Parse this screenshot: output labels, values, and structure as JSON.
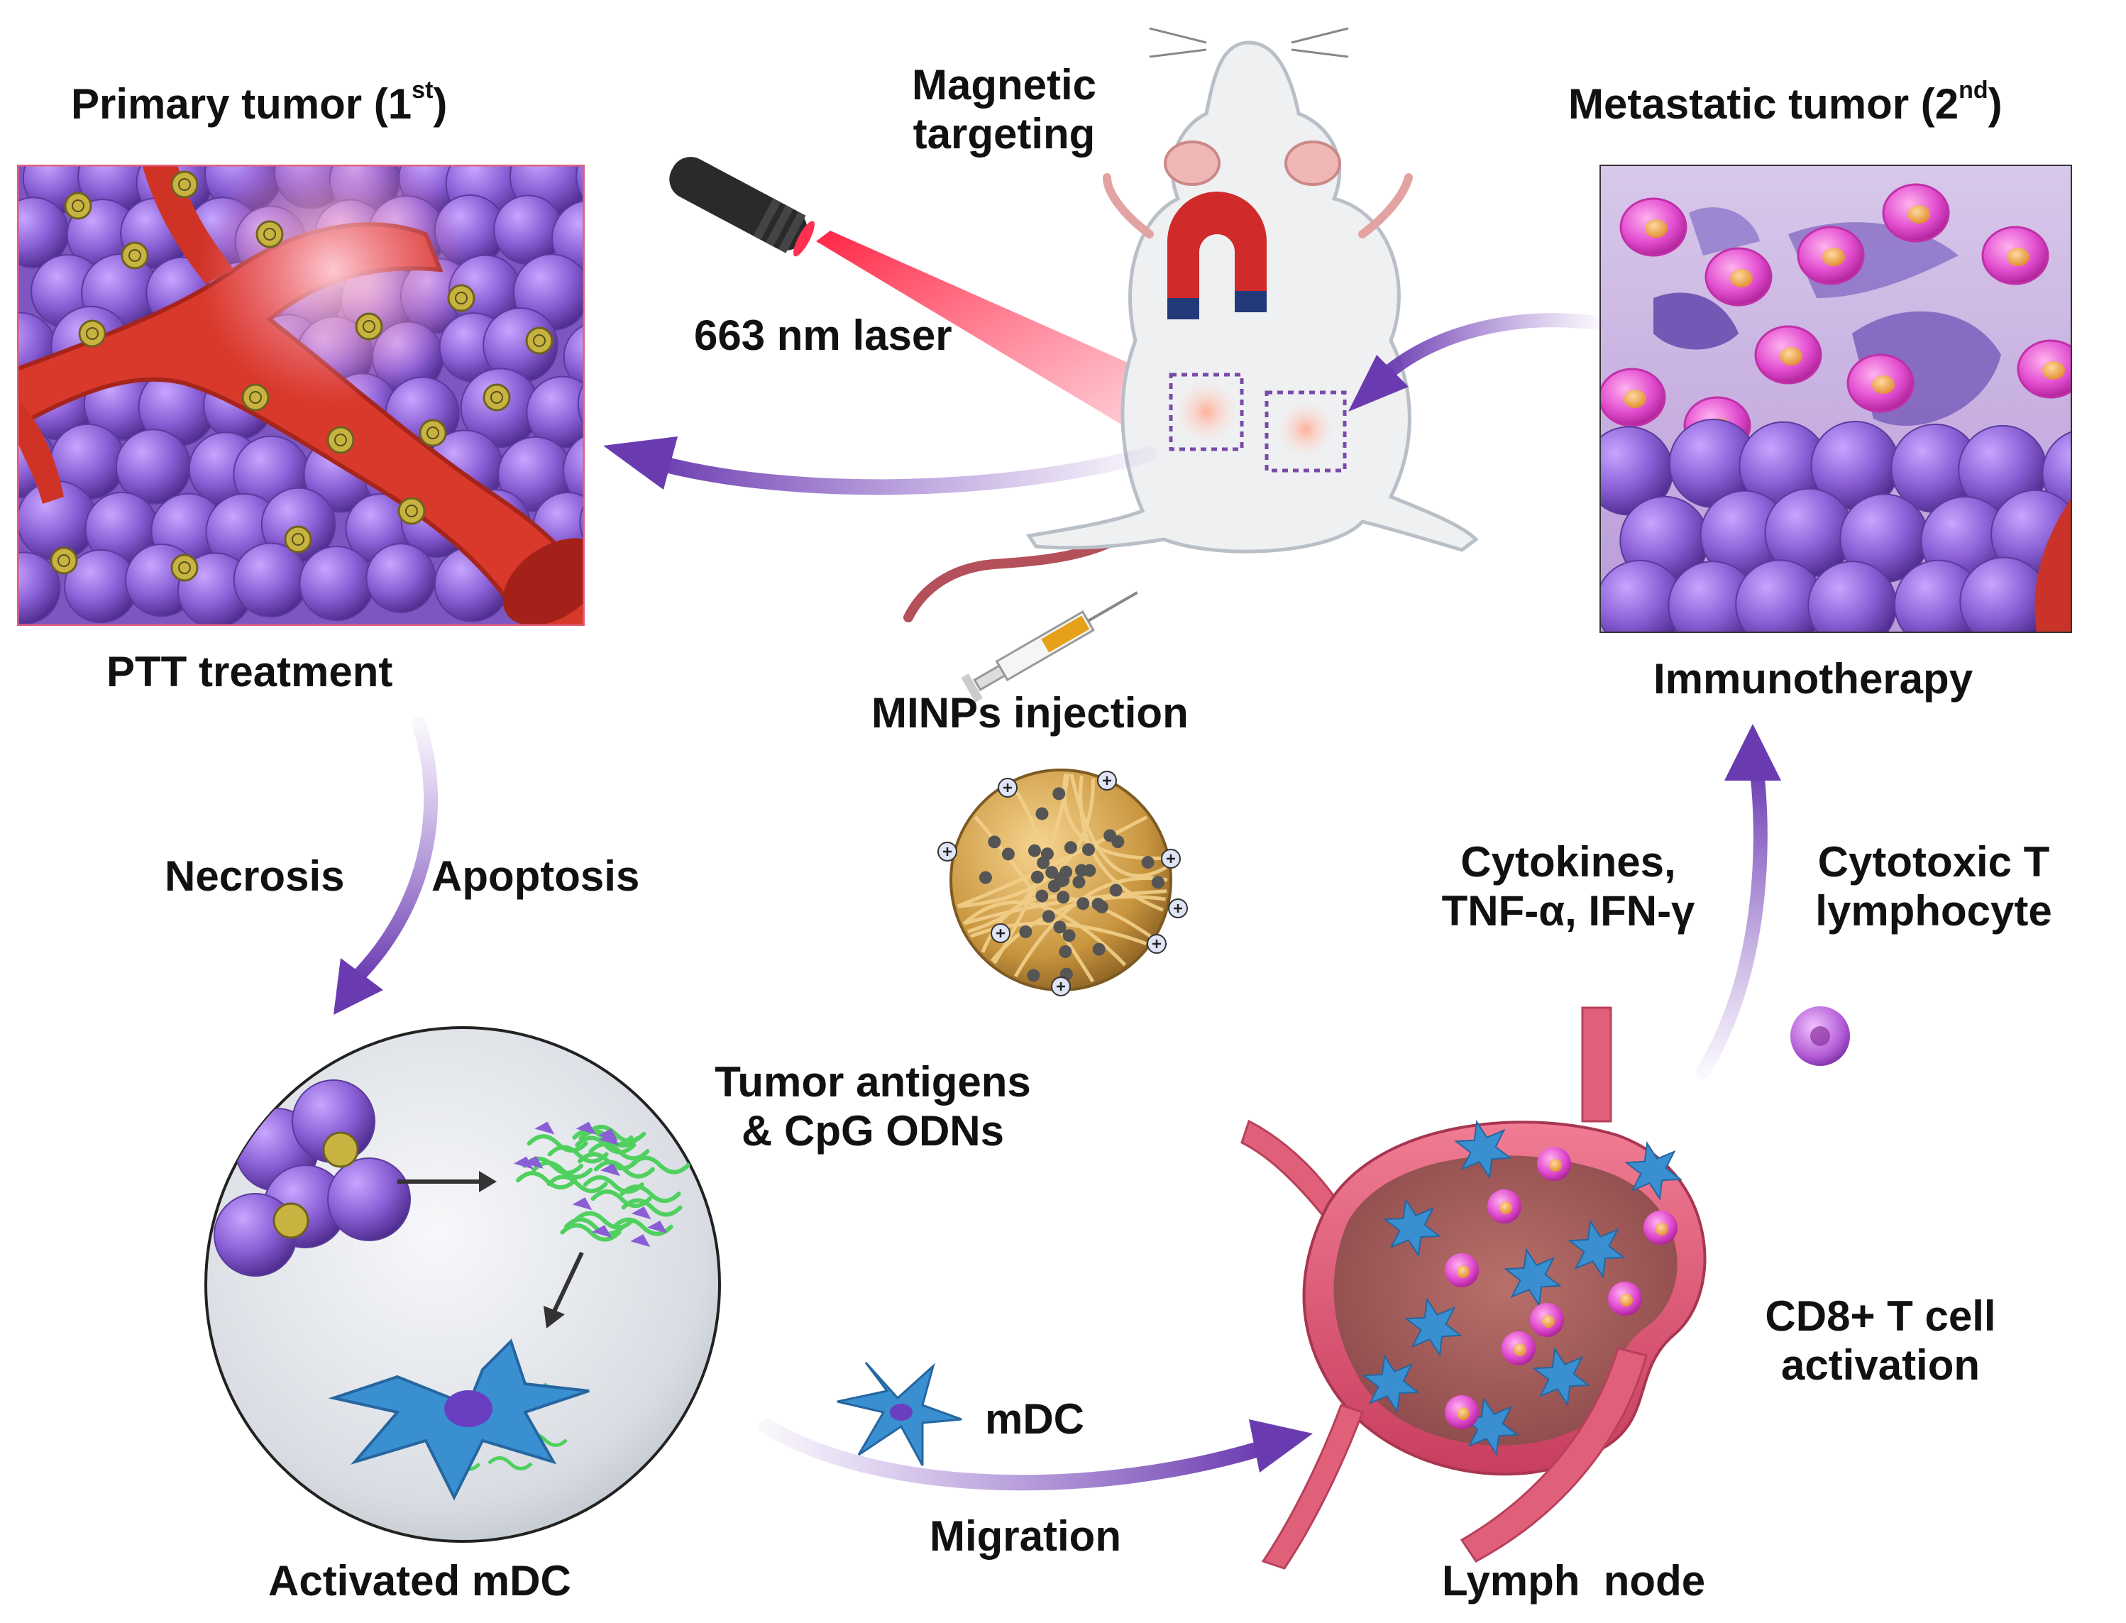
{
  "labels": {
    "primary_tumor": "Primary tumor (1",
    "primary_tumor_sup": "st",
    "primary_tumor_close": ")",
    "metastatic_tumor": "Metastatic tumor (2",
    "metastatic_tumor_sup": "nd",
    "metastatic_tumor_close": ")",
    "magnetic_line1": "Magnetic",
    "magnetic_line2": "targeting",
    "laser": "663 nm laser",
    "ptt": "PTT treatment",
    "minps": "MINPs injection",
    "immunotherapy": "Immunotherapy",
    "necrosis": "Necrosis",
    "apoptosis": "Apoptosis",
    "cytokines_line1": "Cytokines,",
    "cytokines_line2": "TNF-α, IFN-γ",
    "ctl_line1": "Cytotoxic T",
    "ctl_line2": "lymphocyte",
    "antigens_line1": "Tumor antigens",
    "antigens_line2": "& CpG ODNs",
    "cd8_line1": "CD8+ T cell",
    "cd8_line2": "activation",
    "mdc": "mDC",
    "migration": "Migration",
    "activated_mdc": "Activated mDC",
    "lymph_node": "Lymph  node"
  },
  "colors": {
    "tumor_cell": "#8a5fd6",
    "vessel": "#d8392b",
    "arrow": "#8b5cc8",
    "dendritic_cell": "#3a8fd0",
    "lymph_node": "#e0607a",
    "laser": "#e01530",
    "nanoparticle": "#d8a94a",
    "text": "#111111"
  }
}
